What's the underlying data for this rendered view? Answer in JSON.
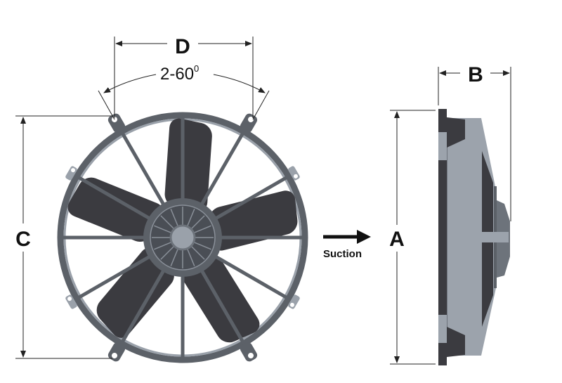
{
  "dimensions": {
    "a": "A",
    "b": "B",
    "c": "C",
    "d": "D",
    "angle_count": "2-60",
    "angle_degree_mark": "0"
  },
  "flow": {
    "label": "Suction"
  },
  "colors": {
    "blade": "#3b3b40",
    "frame": "#5c6168",
    "frame_light": "#9aa1aa",
    "body": "#9ca3ac",
    "line": "#222222"
  }
}
